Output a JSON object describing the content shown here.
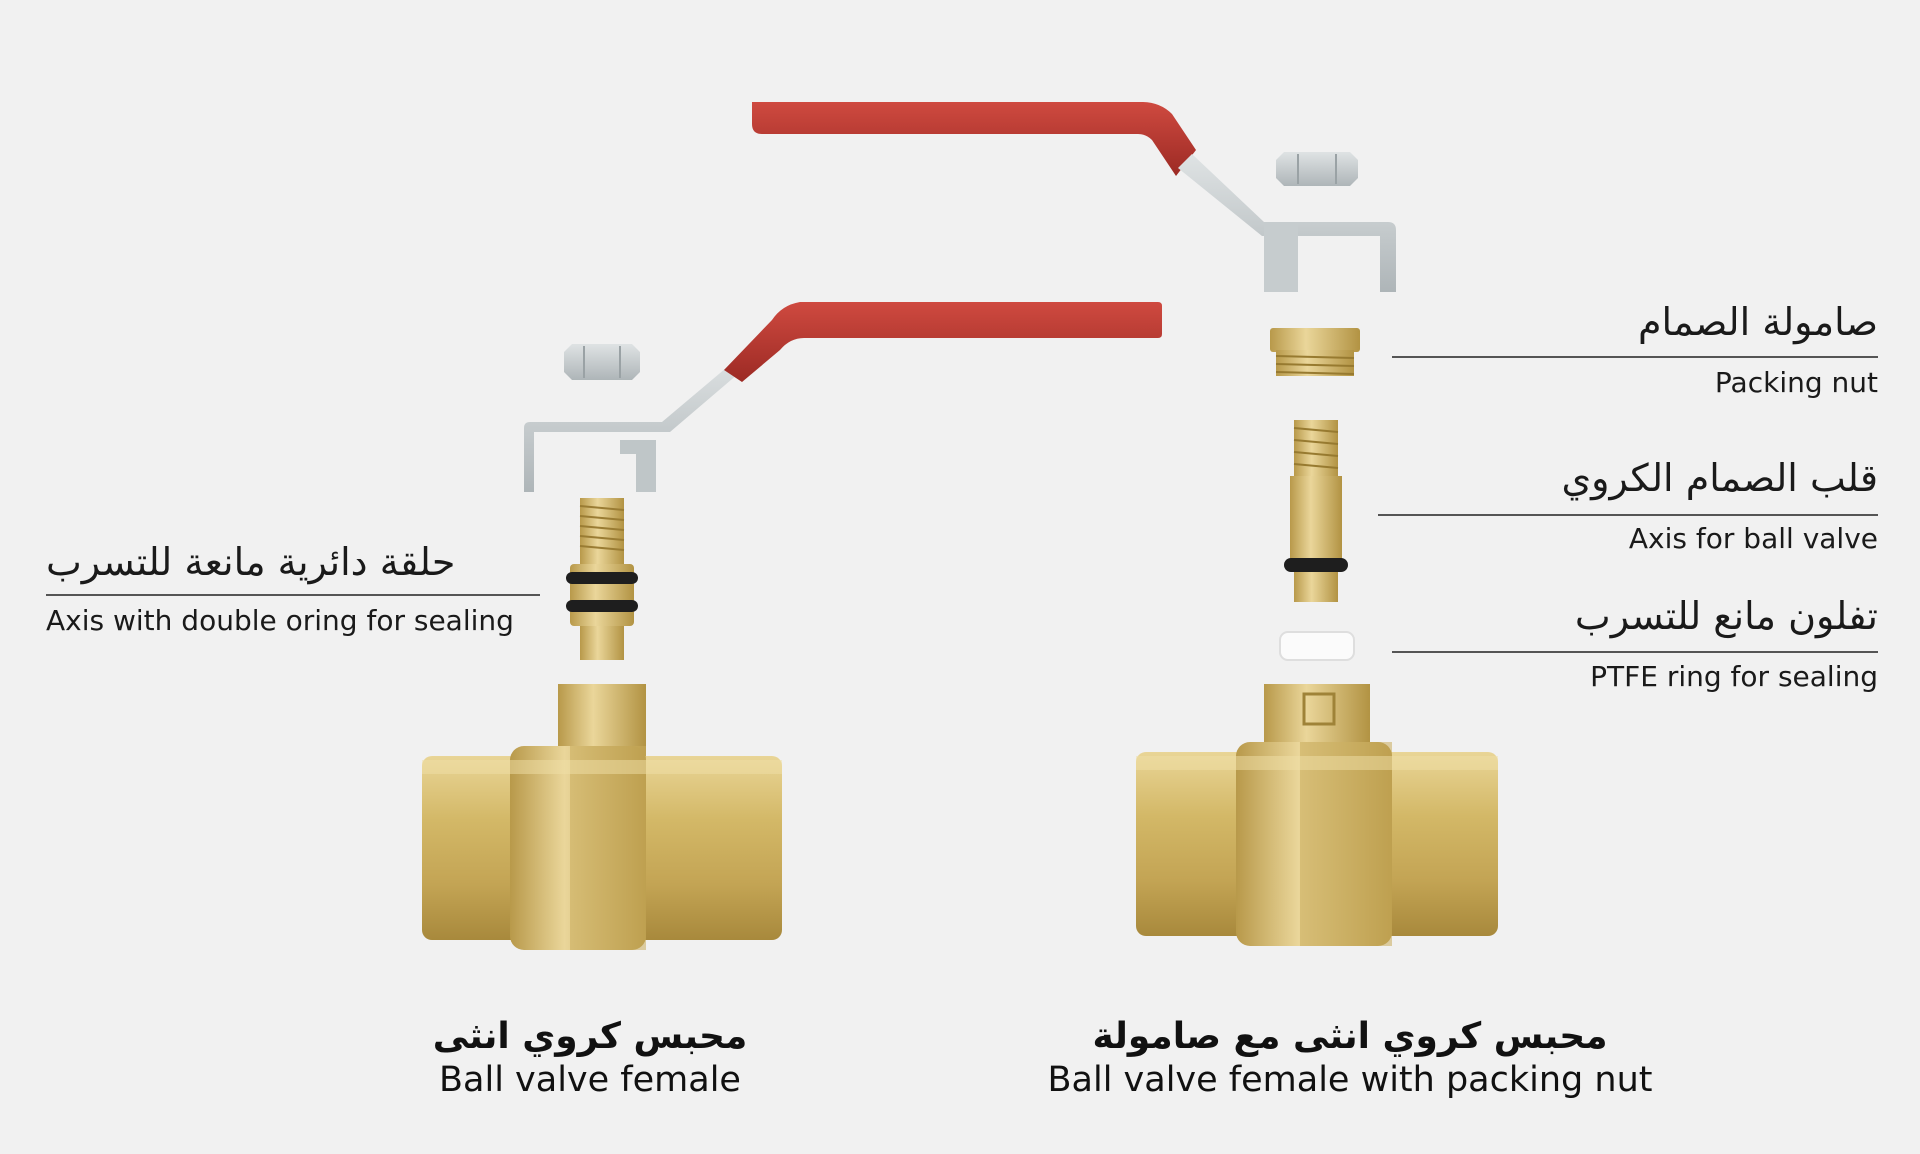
{
  "labels": {
    "packing_nut": {
      "ar": "صامولة الصمام",
      "en": "Packing nut"
    },
    "axis_ball_valve": {
      "ar": "قلب الصمام الكروي",
      "en": "Axis for ball valve"
    },
    "ptfe_ring": {
      "ar": "تفلون مانع للتسرب",
      "en": "PTFE ring for sealing"
    },
    "double_oring": {
      "ar": "حلقة دائرية مانعة للتسرب",
      "en": "Axis with double oring for sealing"
    }
  },
  "captions": {
    "left": {
      "ar": "محبس كروي انثى",
      "en": "Ball valve female"
    },
    "right": {
      "ar": "محبس كروي انثى مع صامولة",
      "en": "Ball valve female with packing nut"
    }
  },
  "colors": {
    "background": "#f1f1f1",
    "handle_red": "#b5332c",
    "steel": "#c9cfd1",
    "brass": "#d2b766",
    "oring_black": "#1e1e1e"
  }
}
